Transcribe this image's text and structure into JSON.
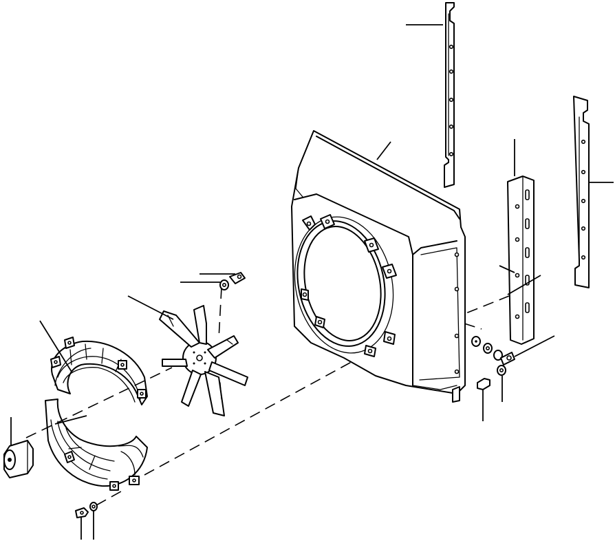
{
  "diagram": {
    "kind": "exploded-parts-view",
    "parts": [
      {
        "id": "radiator-shroud",
        "icon": "shroud-icon"
      },
      {
        "id": "shroud-seal-strip-upper",
        "icon": "strip-icon"
      },
      {
        "id": "shroud-seal-strip-right",
        "icon": "strip-icon"
      },
      {
        "id": "mounting-bracket",
        "icon": "bracket-icon"
      },
      {
        "id": "fan",
        "icon": "fan-icon"
      },
      {
        "id": "fan-guard-upper",
        "icon": "guard-icon"
      },
      {
        "id": "fan-guard-lower",
        "icon": "guard-icon"
      },
      {
        "id": "fan-spacer",
        "icon": "spacer-icon"
      },
      {
        "id": "fan-bolt",
        "icon": "bolt-icon"
      },
      {
        "id": "guard-bolt",
        "icon": "bolt-icon"
      },
      {
        "id": "guard-washer",
        "icon": "washer-icon"
      },
      {
        "id": "bracket-bolt",
        "icon": "bolt-icon"
      },
      {
        "id": "bracket-washer",
        "icon": "washer-icon"
      }
    ],
    "line_color": "#000000",
    "background": "#ffffff"
  }
}
